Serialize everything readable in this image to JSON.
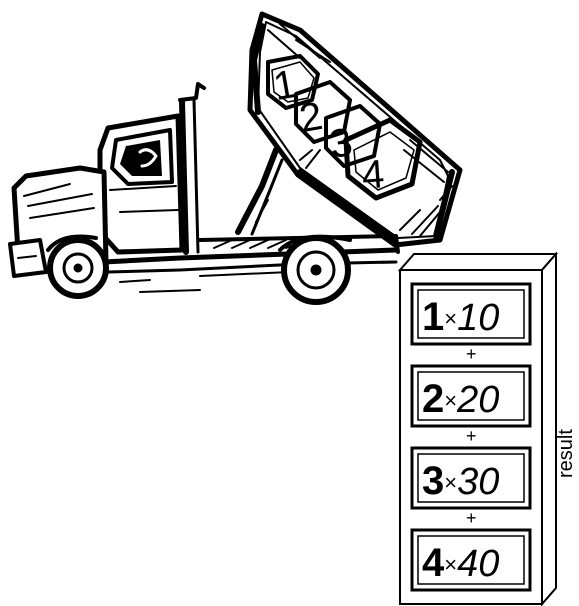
{
  "truck": {
    "bed_digits": [
      "1",
      "2",
      "3",
      "4"
    ]
  },
  "bin": {
    "label": "result",
    "terms": [
      {
        "index": "1",
        "times": "×",
        "multiplier": "10"
      },
      {
        "index": "2",
        "times": "×",
        "multiplier": "20"
      },
      {
        "index": "3",
        "times": "×",
        "multiplier": "30"
      },
      {
        "index": "4",
        "times": "×",
        "multiplier": "40"
      }
    ],
    "plus": "+"
  }
}
